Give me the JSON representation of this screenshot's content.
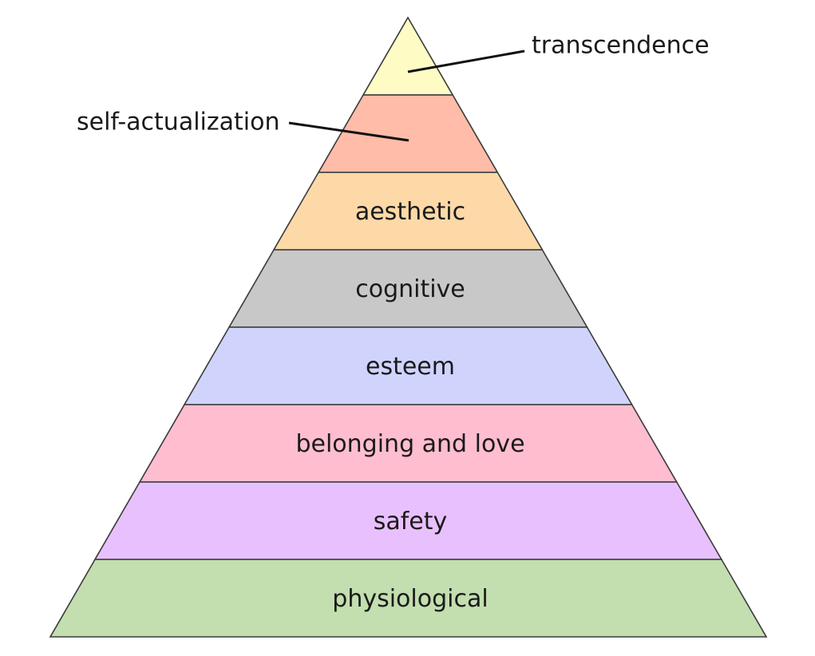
{
  "diagram": {
    "type": "pyramid",
    "levels": [
      {
        "id": "transcendence",
        "label": "transcendence",
        "color": "#fffbc5",
        "label_placement": "callout"
      },
      {
        "id": "self-actualization",
        "label": "self-actualization",
        "color": "#ffbca8",
        "label_placement": "callout"
      },
      {
        "id": "aesthetic",
        "label": "aesthetic",
        "color": "#fdd9a8",
        "label_placement": "inside"
      },
      {
        "id": "cognitive",
        "label": "cognitive",
        "color": "#c8c8c8",
        "label_placement": "inside"
      },
      {
        "id": "esteem",
        "label": "esteem",
        "color": "#d0d4fd",
        "label_placement": "inside"
      },
      {
        "id": "belonging-and-love",
        "label": "belonging and love",
        "color": "#ffbdd0",
        "label_placement": "inside"
      },
      {
        "id": "safety",
        "label": "safety",
        "color": "#e9c0fe",
        "label_placement": "inside"
      },
      {
        "id": "physiological",
        "label": "physiological",
        "color": "#c3deaf",
        "label_placement": "inside"
      }
    ]
  }
}
